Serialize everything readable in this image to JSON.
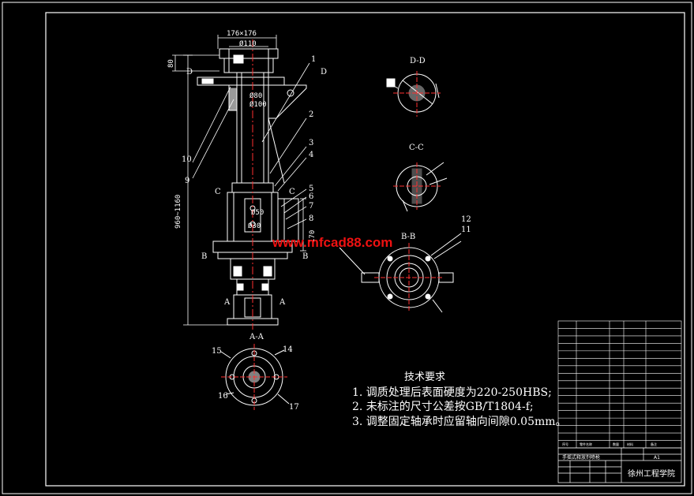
{
  "dimensions": {
    "top_width": "176×176",
    "top_diameter": "Ø110",
    "height_top": "80",
    "height_total": "960~1160",
    "height_lower": "170",
    "inner_d1": "Ø80",
    "inner_d2": "Ø100",
    "bearing_d1": "Ø50",
    "bearing_d2": "Ø30"
  },
  "section_marks": {
    "d": "D",
    "c": "C",
    "b": "B",
    "a": "A"
  },
  "section_titles": {
    "dd": "D-D",
    "cc": "C-C",
    "bb": "B-B",
    "aa": "A-A"
  },
  "part_numbers": [
    "1",
    "2",
    "3",
    "4",
    "5",
    "6",
    "7",
    "8",
    "9",
    "10",
    "11",
    "12",
    "14",
    "15",
    "16",
    "17"
  ],
  "watermark": "www.mfcad88.com",
  "tech_requirements": {
    "title": "技术要求",
    "items": [
      "1. 调质处理后表面硬度为220-250HBS;",
      "2. 未标注的尺寸公差按GB/T1804-f;",
      "3. 调整固定轴承时应留轴向间隙0.05mm。"
    ]
  },
  "title_block": {
    "drawing_name": "手摇式释放剂喷枪",
    "sheet_size": "A1",
    "school": "徐州工程学院",
    "col_headers": [
      "序号",
      "零件名称",
      "数量",
      "材料",
      "备注"
    ]
  },
  "colors": {
    "background": "#000000",
    "lines": "#ffffff",
    "centerline": "#ff3030",
    "watermark": "#e11111"
  }
}
